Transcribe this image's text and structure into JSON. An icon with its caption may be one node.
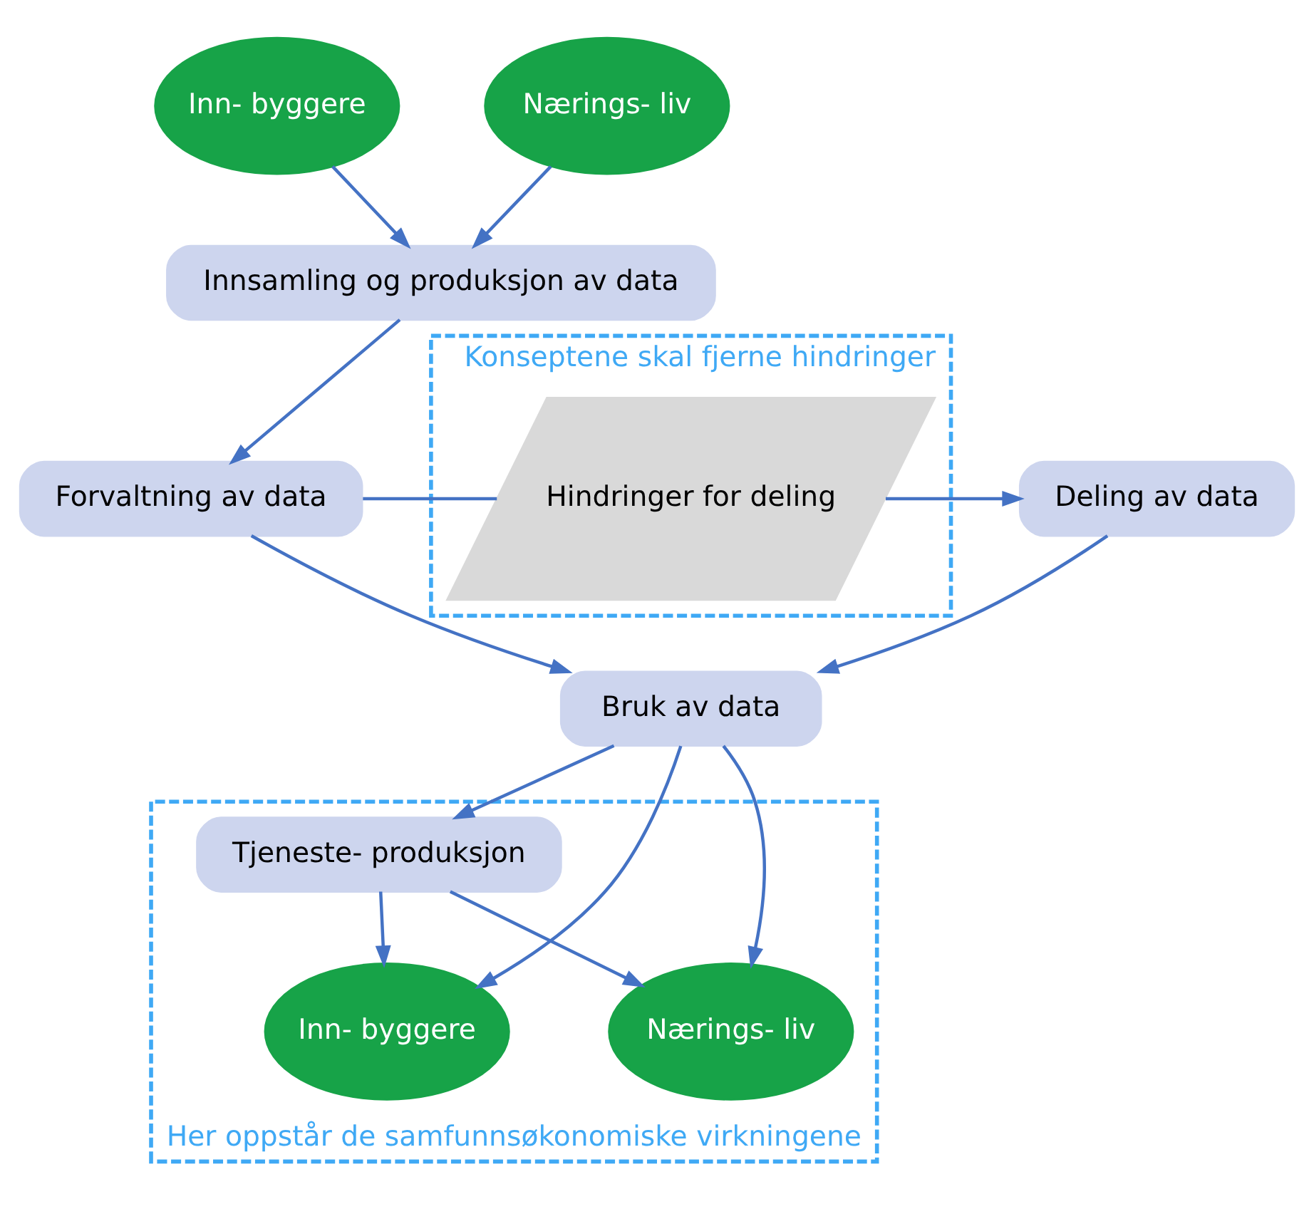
{
  "diagram": {
    "nodes": [
      {
        "text": [
          "Inn- byggere"
        ]
      },
      {
        "text": [
          "Nærings- liv"
        ]
      },
      {
        "text": [
          "Innsamling og produksjon av data"
        ]
      },
      {
        "text": [
          "Forvaltning av data"
        ]
      },
      {
        "text": [
          "Konseptene skal fjerne hindringer"
        ]
      },
      {
        "text": [
          "Hindringer for deling"
        ],
        "in": 4
      },
      {
        "text": [
          "Deling av data"
        ]
      },
      {
        "text": [
          "Bruk av data"
        ]
      },
      {
        "text": [
          "Her oppstår de samfunnsøkonomiske virkningene"
        ]
      },
      {
        "text": [
          "Tjeneste- produksjon"
        ],
        "in": 8
      },
      {
        "text": [
          "Inn- byggere"
        ],
        "in": 8
      },
      {
        "text": [
          "Nærings- liv"
        ],
        "in": 8
      }
    ],
    "edges": [
      {
        "from": 0,
        "to": 2,
        "arrow": "to"
      },
      {
        "from": 1,
        "to": 2,
        "arrow": "to"
      },
      {
        "from": 2,
        "to": 3,
        "arrow": "to"
      },
      {
        "from": 3,
        "to": 5,
        "arrow": "none"
      },
      {
        "from": 5,
        "to": 6,
        "arrow": "to"
      },
      {
        "from": 3,
        "to": 7,
        "arrow": "to"
      },
      {
        "from": 6,
        "to": 7,
        "arrow": "to"
      },
      {
        "from": 7,
        "to": 9,
        "arrow": "to"
      },
      {
        "from": 7,
        "to": 10,
        "arrow": "to"
      },
      {
        "from": 7,
        "to": 11,
        "arrow": "to"
      },
      {
        "from": 9,
        "to": 10,
        "arrow": "to"
      },
      {
        "from": 9,
        "to": 11,
        "arrow": "to"
      }
    ]
  }
}
